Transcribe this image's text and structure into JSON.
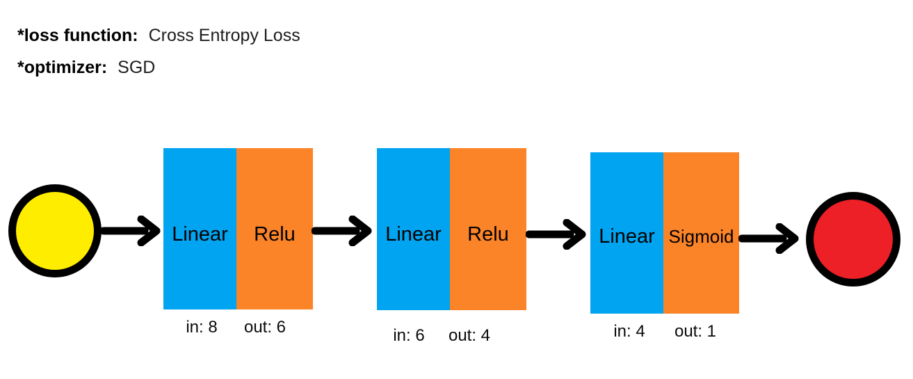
{
  "meta": {
    "loss_label": "*loss function:",
    "loss_value": "Cross Entropy Loss",
    "optimizer_label": "*optimizer:",
    "optimizer_value": "SGD"
  },
  "colors": {
    "linear_box": "#00A4F0",
    "activation_box": "#FB8328",
    "input_node": "#FFED00",
    "output_node": "#EC2026",
    "arrow": "#000000",
    "node_border": "#000000"
  },
  "network": {
    "input_node_name": "input-node",
    "output_node_name": "output-node",
    "layers": [
      {
        "op": "Linear",
        "activation": "Relu",
        "in_label": "in: 8",
        "out_label": "out: 6"
      },
      {
        "op": "Linear",
        "activation": "Relu",
        "in_label": "in: 6",
        "out_label": "out: 4"
      },
      {
        "op": "Linear",
        "activation": "Sigmoid",
        "in_label": "in: 4",
        "out_label": "out: 1"
      }
    ]
  }
}
